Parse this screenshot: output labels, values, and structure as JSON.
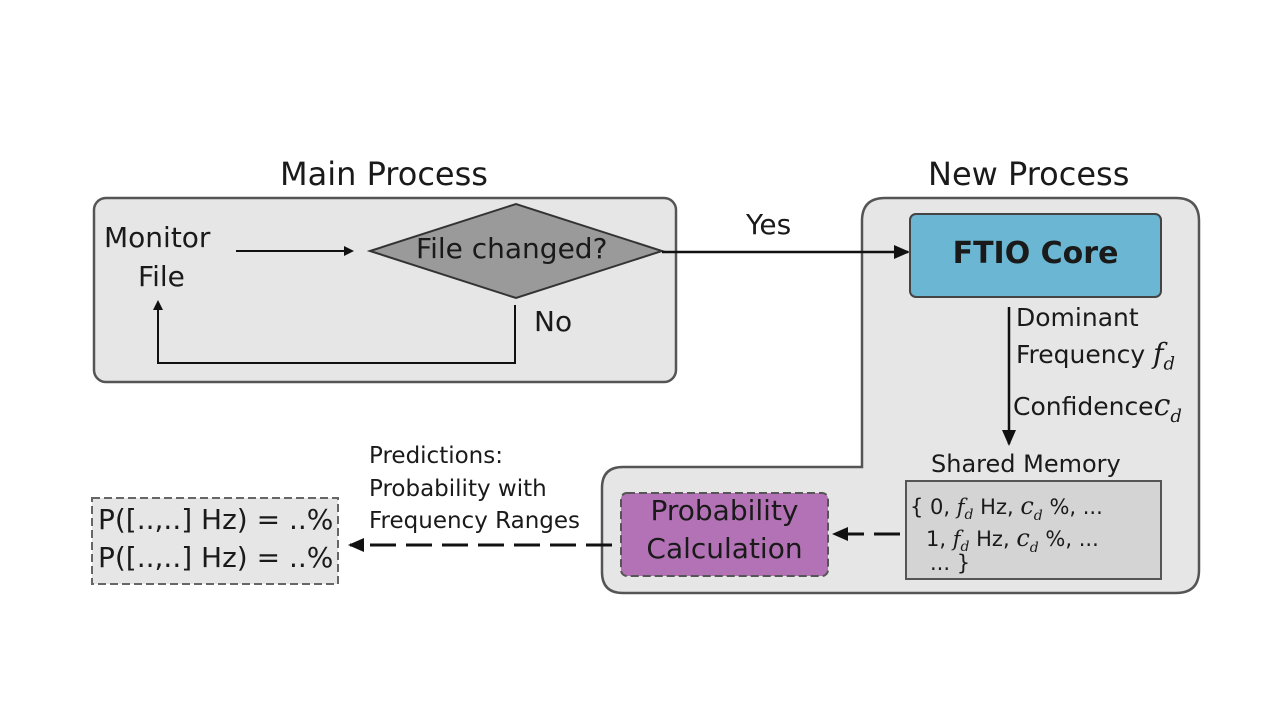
{
  "main_process": {
    "title": "Main Process",
    "monitor_label_line1": "Monitor",
    "monitor_label_line2": "File",
    "decision_label": "File changed?",
    "no_label": "No"
  },
  "yes_label": "Yes",
  "new_process": {
    "title": "New Process",
    "core_label": "FTIO Core",
    "dominant_line1": "Dominant",
    "dominant_line2": "Frequency",
    "dominant_symbol": "f",
    "dominant_sub": "d",
    "confidence_label": "Confidence",
    "confidence_symbol": "c",
    "confidence_sub": "d",
    "shared_memory_title": "Shared Memory",
    "memory_rows": [
      {
        "prefix": "{ 0, ",
        "f": "f",
        "fsub": "d",
        "mid": " Hz, ",
        "c": "c",
        "csub": "d",
        "suffix": " %, ..."
      },
      {
        "prefix": "1, ",
        "f": "f",
        "fsub": "d",
        "mid": " Hz, ",
        "c": "c",
        "csub": "d",
        "suffix": " %, ..."
      }
    ],
    "memory_last": "... }",
    "probability_line1": "Probability",
    "probability_line2": "Calculation"
  },
  "predictions": {
    "line1": "Predictions:",
    "line2": "Probability with",
    "line3": "Frequency Ranges",
    "output_line1": "P([..,..] Hz) = ..%",
    "output_line2": "P([..,..] Hz) = ..%"
  },
  "colors": {
    "panel_fill": "#e6e6e6",
    "panel_stroke": "#555555",
    "decision_fill": "#9a9a9a",
    "core_fill": "#6bb6d3",
    "probability_fill": "#b472b6",
    "memory_fill": "#d4d4d4",
    "output_fill": "#e6e6e6"
  }
}
